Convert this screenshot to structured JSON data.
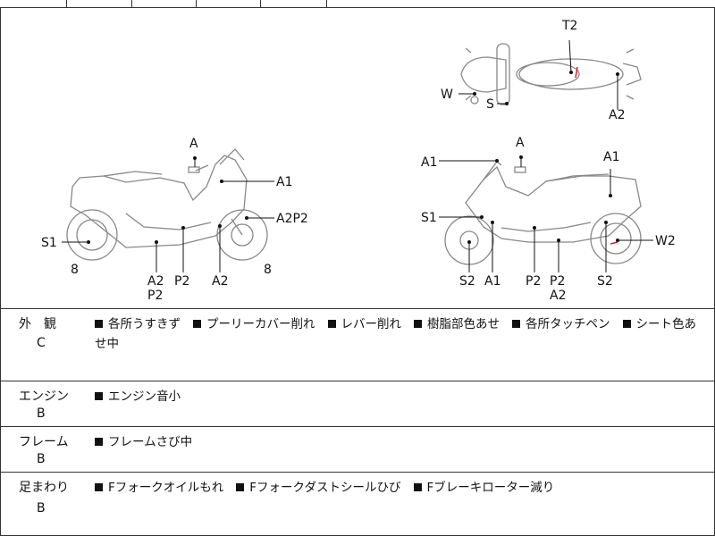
{
  "diagram": {
    "labels": {
      "left_A": "A",
      "left_A1": "A1",
      "left_A2P2": "A2P2",
      "left_S1": "S1",
      "left_8a": "8",
      "left_8b": "8",
      "left_A2a": "A2",
      "left_P2a": "P2",
      "left_P2b": "P2",
      "left_A2b": "A2",
      "top_T2": "T2",
      "top_W": "W",
      "top_S": "S",
      "top_A2": "A2",
      "right_A": "A",
      "right_A1a": "A1",
      "right_A1b": "A1",
      "right_S1": "S1",
      "right_W2": "W2",
      "right_S2a": "S2",
      "right_A1c": "A1",
      "right_P2a": "P2",
      "right_P2b": "P2",
      "right_A2": "A2",
      "right_S2b": "S2"
    }
  },
  "rows": [
    {
      "category": "外　観",
      "grade": "C",
      "items": [
        "各所うすきず",
        "プーリーカバー削れ",
        "レバー削れ",
        "樹脂部色あせ",
        "各所タッチペン",
        "シート色あせ中"
      ]
    },
    {
      "category": "エンジン",
      "grade": "B",
      "items": [
        "エンジン音小"
      ]
    },
    {
      "category": "フレーム",
      "grade": "B",
      "items": [
        "フレームさび中"
      ]
    },
    {
      "category": "足まわり",
      "grade": "B",
      "items": [
        "Fフォークオイルもれ",
        "Fフォークダストシールひび",
        "Fブレーキローター減り"
      ]
    }
  ]
}
